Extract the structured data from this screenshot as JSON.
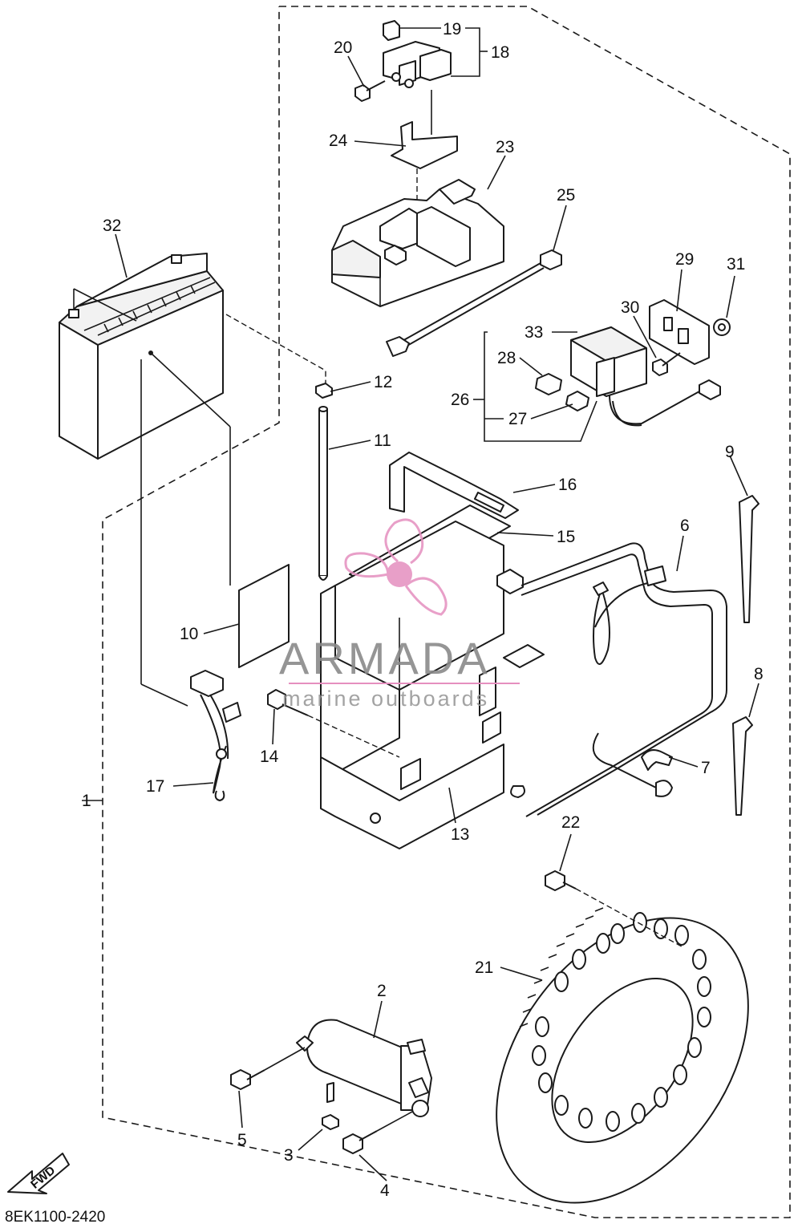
{
  "diagram": {
    "code": "8EK1100-2420",
    "fwd_label": "FWD",
    "callouts": {
      "c1": "1",
      "c2": "2",
      "c3": "3",
      "c4": "4",
      "c5": "5",
      "c6": "6",
      "c7": "7",
      "c8": "8",
      "c9": "9",
      "c10": "10",
      "c11": "11",
      "c12": "12",
      "c13": "13",
      "c14": "14",
      "c15": "15",
      "c16": "16",
      "c17": "17",
      "c18": "18",
      "c19": "19",
      "c20": "20",
      "c21": "21",
      "c22": "22",
      "c23": "23",
      "c24": "24",
      "c25": "25",
      "c26": "26",
      "c27": "27",
      "c28": "28",
      "c29": "29",
      "c30": "30",
      "c31": "31",
      "c33": "33",
      "c32": "32"
    }
  },
  "watermark": {
    "title": "ARMADA",
    "subtitle": "marine outboards",
    "title_color": "#8a8a8a",
    "accent_color": "#e58fbf"
  },
  "colors": {
    "ink": "#1a1a1a",
    "background": "#ffffff"
  }
}
